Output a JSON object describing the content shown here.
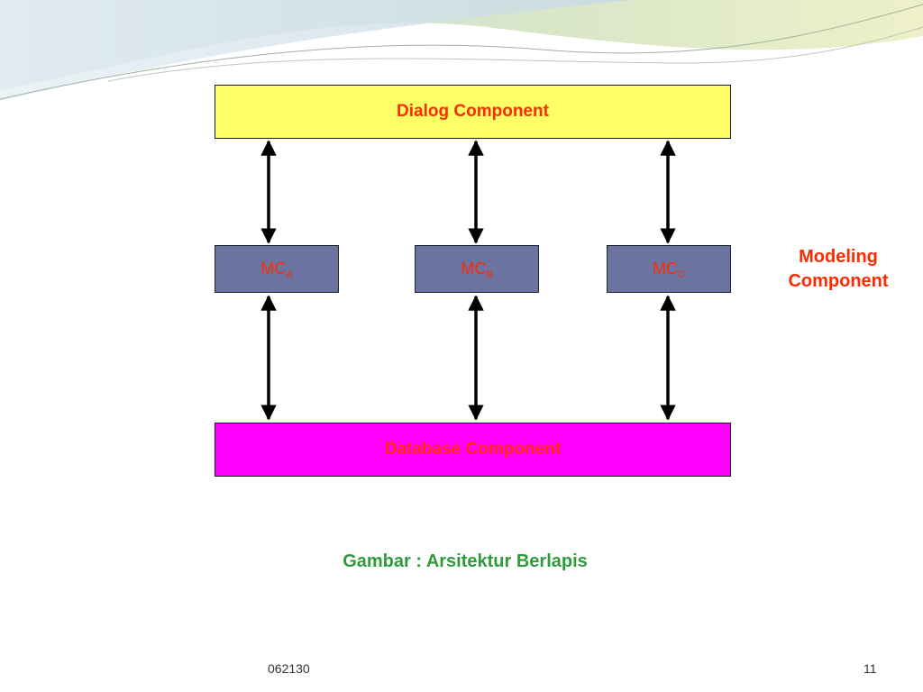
{
  "colors": {
    "dialog_fill": "#ffff66",
    "database_fill": "#ff00ff",
    "mc_fill": "#6b73a0",
    "label_red": "#ff2a00",
    "caption_green": "#2e9c3a",
    "arrow": "#000000"
  },
  "dialog": {
    "label": "Dialog Component"
  },
  "modules": [
    {
      "main": "MC",
      "sub": "A"
    },
    {
      "main": "MC",
      "sub": "B"
    },
    {
      "main": "MC",
      "sub": "C"
    }
  ],
  "database": {
    "label": "Database Component"
  },
  "modeling": {
    "line1": "Modeling",
    "line2": "Component"
  },
  "caption": {
    "text": "Gambar : Arsitektur Berlapis"
  },
  "footer": {
    "code": "062130",
    "page": "11"
  },
  "arrows": {
    "style": "double-headed"
  }
}
